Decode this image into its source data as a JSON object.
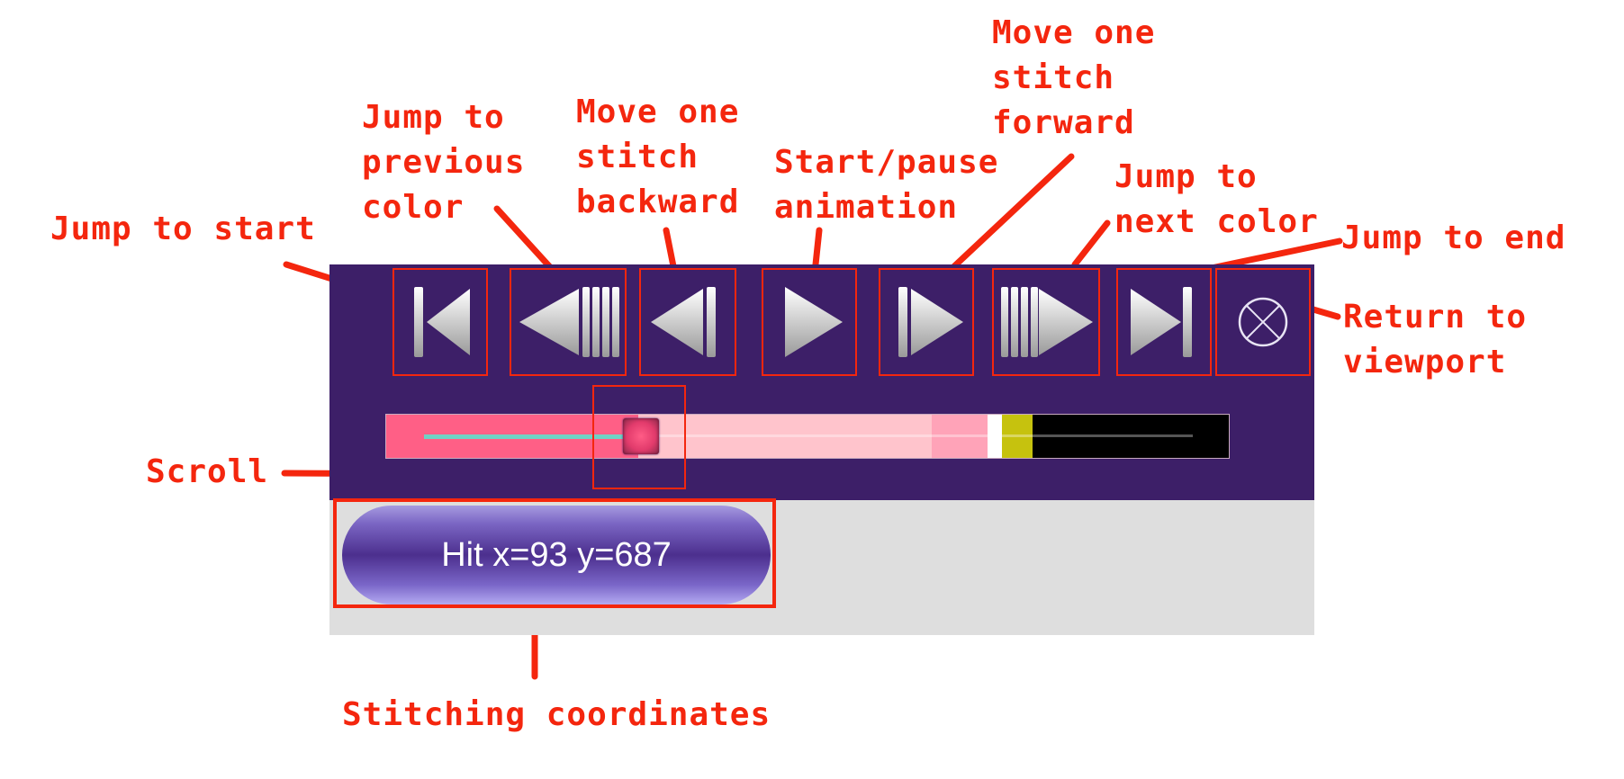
{
  "annotations": {
    "jump_to_start": "Jump to start",
    "jump_to_previous_color": "Jump to\nprevious\ncolor",
    "move_one_stitch_backward": "Move one\nstitch\nbackward",
    "start_pause_animation": "Start/pause\nanimation",
    "move_one_stitch_forward": "Move one\nstitch\nforward",
    "jump_to_next_color": "Jump to\nnext color",
    "jump_to_end": "Jump to end",
    "return_to_viewport": "Return to\nviewport",
    "scroll": "Scroll",
    "stitching_coordinates": "Stitching coordinates"
  },
  "controls": [
    {
      "name": "jump-to-start",
      "icon": "skip-to-start-icon"
    },
    {
      "name": "previous-color",
      "icon": "rewind-color-icon"
    },
    {
      "name": "step-backward",
      "icon": "step-backward-icon"
    },
    {
      "name": "play-pause",
      "icon": "play-icon"
    },
    {
      "name": "step-forward",
      "icon": "step-forward-icon"
    },
    {
      "name": "next-color",
      "icon": "forward-color-icon"
    },
    {
      "name": "jump-to-end",
      "icon": "skip-to-end-icon"
    },
    {
      "name": "return-to-viewport",
      "icon": "circle-x-icon"
    }
  ],
  "progress": {
    "position": 0.3,
    "segment_colors": [
      "#ff5f86",
      "#ffc4cc",
      "#ffa3b8",
      "#ffffff",
      "#c6c20e",
      "#000000"
    ]
  },
  "hit_readout": "Hit x=93 y=687",
  "colors": {
    "panel": "#3d1f68",
    "annotation": "#f4260e",
    "readout_button": "#4c2f8e"
  }
}
